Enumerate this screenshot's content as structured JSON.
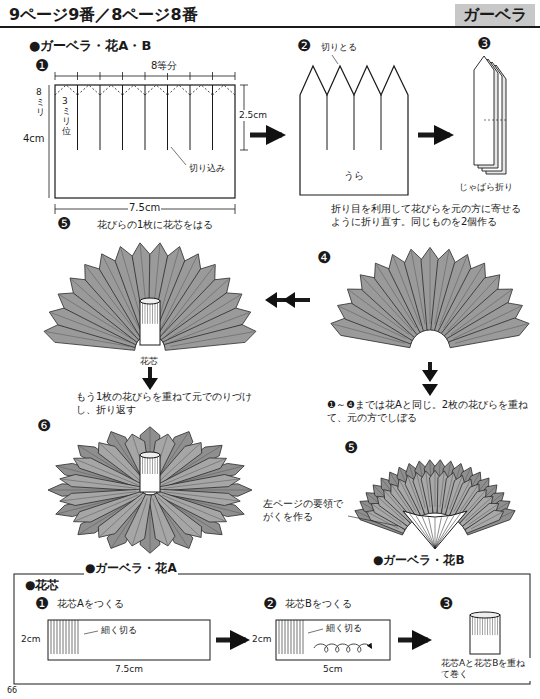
{
  "diagram": {
    "title": "9ページ9番／8ページ8番",
    "labels": [
      "ガーベラ",
      "●ガーベラ・花A・B",
      "❶",
      "8等分",
      "8ミリ",
      "3ミリ位",
      "2.5cm",
      "4cm",
      "切り込み",
      "7.5cm",
      "❷",
      "切りとる",
      "うら",
      "❸",
      "じゃばら折り",
      "折り目を利用して花びらを元の方に寄せるように折り直す。同じものを2個作る",
      "❹",
      "❺",
      "花びらの1枚に花芯をはる",
      "花芯",
      "もう1枚の花びらを重ねて元でのりづけし、折り返す",
      "❻",
      "●ガーベラ・花A",
      "❶～❹までは花Aと同じ。2枚の花びらを重ねて、元の方でしぼる",
      "❺",
      "左ページの要領でがくを作る",
      "●ガーベラ・花B",
      "●花芯",
      "❶",
      "花芯Aをつくる",
      "2cm",
      "細く切る",
      "7.5cm",
      "❷",
      "花芯Bをつくる",
      "2cm",
      "細く切る",
      "5cm",
      "❸",
      "花芯Aと花芯Bを重ねて巻く",
      "66"
    ]
  }
}
